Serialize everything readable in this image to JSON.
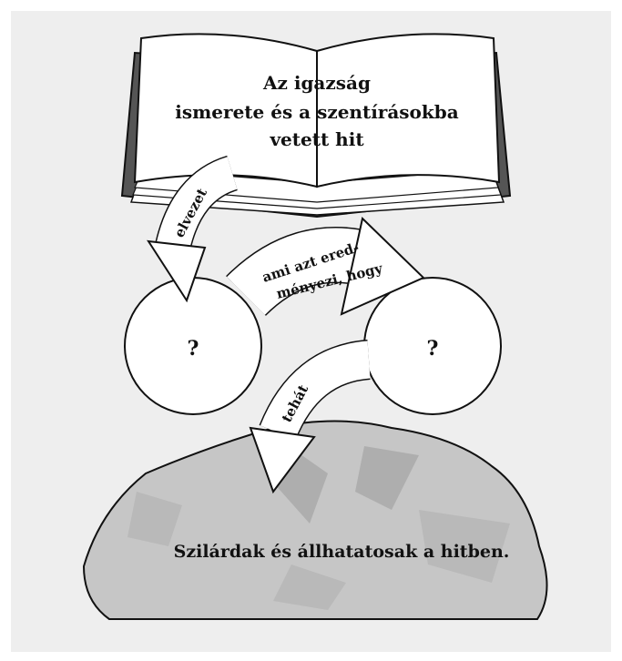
{
  "colors": {
    "panel_background": "#eeeeee",
    "ink": "#111111",
    "page_white": "#ffffff",
    "book_cover": "#555555",
    "rock_fill": "#c6c6c6",
    "rock_shadow": "#9f9f9f"
  },
  "book": {
    "line1": "Az igazság",
    "line2": "ismerete és a szentírásokba",
    "line3": "vetett hit"
  },
  "arrows": {
    "first": "elvezet",
    "second_line1": "ami azt ered-",
    "second_line2": "ményezi, hogy",
    "third": "tehát"
  },
  "circles": {
    "left": "?",
    "right": "?"
  },
  "rock": {
    "caption": "Szilárdak és állhatatosak a hitben."
  }
}
